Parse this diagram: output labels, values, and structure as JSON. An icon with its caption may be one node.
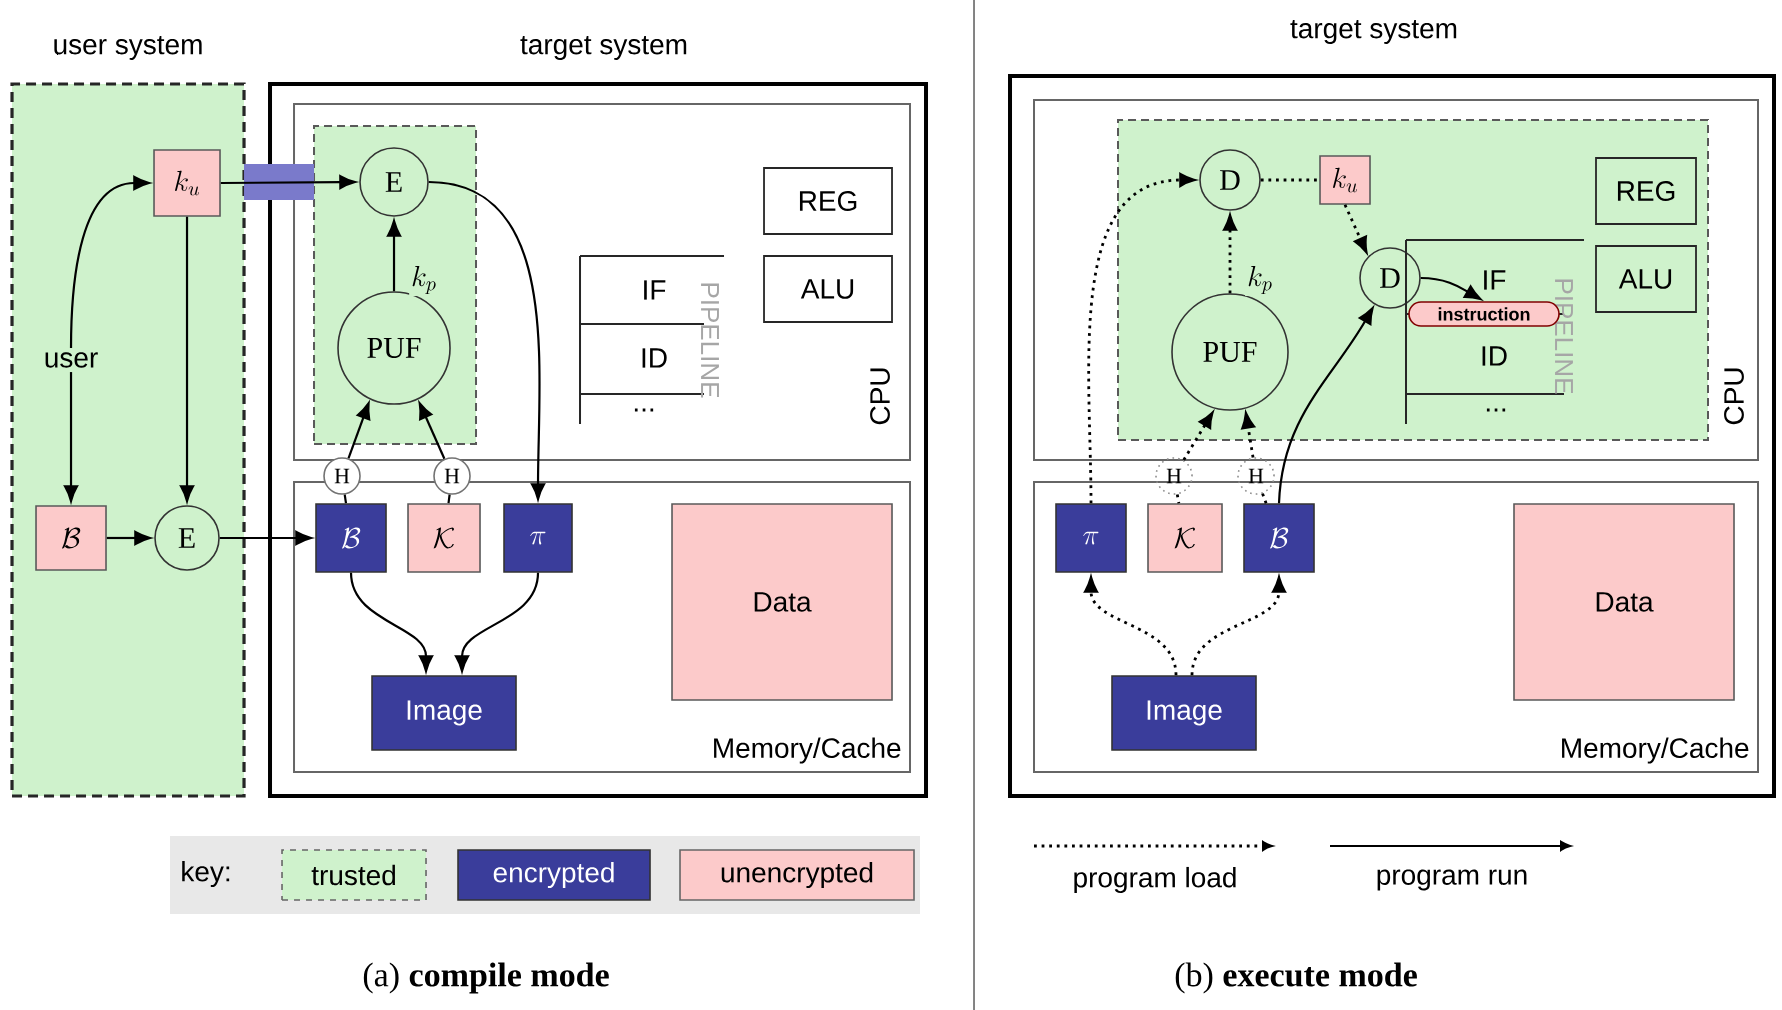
{
  "diagram": {
    "nodes": [
      {
        "text": [
          "user system"
        ]
      },
      {
        "text": [
          "k_u"
        ],
        "in": 0
      },
      {
        "text": [
          "user"
        ],
        "in": 0
      },
      {
        "text": [
          "\\mathcal{B}"
        ],
        "in": 0
      },
      {
        "text": [
          "E"
        ],
        "in": 0
      },
      {
        "text": [
          "target system"
        ]
      },
      {
        "text": [
          "CPU"
        ],
        "in": 5
      },
      {
        "text": [],
        "shape": "box",
        "in": 6
      },
      {
        "text": [
          "E"
        ],
        "in": 7
      },
      {
        "text": [
          "PUF"
        ],
        "in": 7
      },
      {
        "text": [
          "REG"
        ],
        "in": 6
      },
      {
        "text": [
          "ALU"
        ],
        "in": 6
      },
      {
        "text": [
          "IF",
          "ID",
          "...",
          "PIPELINE"
        ],
        "in": 6
      },
      {
        "text": [
          "Memory/Cache"
        ],
        "in": 5
      },
      {
        "text": [
          "H"
        ],
        "in": 5
      },
      {
        "text": [
          "H"
        ],
        "in": 5
      },
      {
        "text": [
          "\\mathcal{B}"
        ],
        "in": 13
      },
      {
        "text": [
          "\\mathcal{K}"
        ],
        "in": 13
      },
      {
        "text": [
          "\\pi"
        ],
        "in": 13
      },
      {
        "text": [
          "Data"
        ],
        "in": 13
      },
      {
        "text": [
          "Image"
        ],
        "in": 13
      },
      {
        "text": [
          "target system"
        ]
      },
      {
        "text": [
          "CPU"
        ],
        "in": 21
      },
      {
        "text": [],
        "shape": "box",
        "in": 22
      },
      {
        "text": [
          "D"
        ],
        "in": 23
      },
      {
        "text": [
          "k_u"
        ],
        "in": 23
      },
      {
        "text": [
          "D"
        ],
        "in": 23
      },
      {
        "text": [
          "PUF"
        ],
        "in": 23
      },
      {
        "text": [
          "REG"
        ],
        "in": 23
      },
      {
        "text": [
          "ALU"
        ],
        "in": 23
      },
      {
        "text": [
          "IF",
          "ID",
          "...",
          "PIPELINE"
        ],
        "in": 23
      },
      {
        "text": [
          "instruction"
        ],
        "in": 30
      },
      {
        "text": [
          "Memory/Cache"
        ],
        "in": 21
      },
      {
        "text": [
          "H"
        ],
        "in": 21
      },
      {
        "text": [
          "H"
        ],
        "in": 21
      },
      {
        "text": [
          "\\pi"
        ],
        "in": 32
      },
      {
        "text": [
          "\\mathcal{K}"
        ],
        "in": 32
      },
      {
        "text": [
          "\\mathcal{B}"
        ],
        "in": 32
      },
      {
        "text": [
          "Data"
        ],
        "in": 32
      },
      {
        "text": [
          "Image"
        ],
        "in": 32
      }
    ],
    "edges": [
      {
        "from": 2,
        "to": 1,
        "arrow": "to"
      },
      {
        "from": 2,
        "to": 3,
        "arrow": "to"
      },
      {
        "from": 1,
        "to": 4,
        "arrow": "to"
      },
      {
        "from": 3,
        "to": 4,
        "arrow": "to"
      },
      {
        "from": 1,
        "to": 8,
        "arrow": "to"
      },
      {
        "from": 4,
        "to": 16,
        "arrow": "to"
      },
      {
        "from": 9,
        "to": 8,
        "arrow": "to",
        "label": "k_p"
      },
      {
        "from": 14,
        "to": 9,
        "arrow": "to"
      },
      {
        "from": 15,
        "to": 9,
        "arrow": "to"
      },
      {
        "from": 14,
        "to": 16,
        "arrow": "none"
      },
      {
        "from": 15,
        "to": 17,
        "arrow": "none"
      },
      {
        "from": 8,
        "to": 18,
        "arrow": "to"
      },
      {
        "from": 16,
        "to": 20,
        "arrow": "to"
      },
      {
        "from": 18,
        "to": 20,
        "arrow": "to"
      },
      {
        "from": 39,
        "to": 35,
        "arrow": "to",
        "style": "dashed"
      },
      {
        "from": 39,
        "to": 37,
        "arrow": "to",
        "style": "dashed"
      },
      {
        "from": 35,
        "to": 24,
        "arrow": "to",
        "style": "dashed"
      },
      {
        "from": 24,
        "to": 25,
        "arrow": "none",
        "style": "dashed"
      },
      {
        "from": 25,
        "to": 26,
        "arrow": "to",
        "style": "dashed"
      },
      {
        "from": 27,
        "to": 24,
        "arrow": "to",
        "style": "dashed",
        "label": "k_p"
      },
      {
        "from": 33,
        "to": 27,
        "arrow": "to",
        "style": "dashed"
      },
      {
        "from": 34,
        "to": 27,
        "arrow": "to",
        "style": "dashed"
      },
      {
        "from": 33,
        "to": 36,
        "arrow": "none",
        "style": "dashed"
      },
      {
        "from": 34,
        "to": 37,
        "arrow": "none",
        "style": "dashed"
      },
      {
        "from": 37,
        "to": 26,
        "arrow": "to"
      },
      {
        "from": 26,
        "to": 31,
        "arrow": "to"
      }
    ],
    "labels": [
      "key:",
      "(a) **compile mode**",
      "(b) **execute mode**"
    ],
    "legend": [
      {
        "text": "trusted",
        "color": "#cff2cc"
      },
      {
        "text": "encrypted",
        "color": "#3a3d9b"
      },
      {
        "text": "unencrypted",
        "color": "#fccaca"
      },
      {
        "text": "program load"
      },
      {
        "text": "program run"
      }
    ]
  }
}
